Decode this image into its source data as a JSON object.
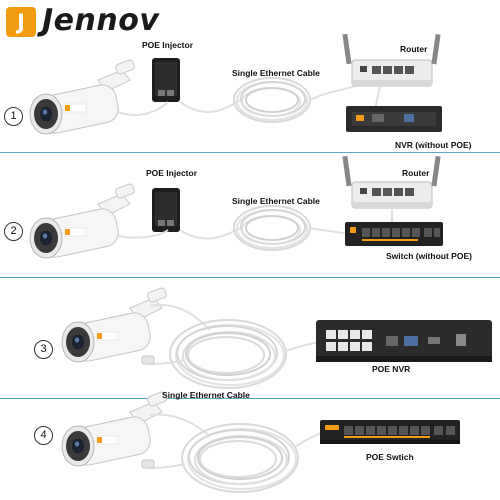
{
  "brand": {
    "logo_letter": "J",
    "name": "Jennov"
  },
  "scenarios": [
    {
      "number": "1",
      "labels": {
        "injector": "POE Injector",
        "cable": "Single Ethernet Cable",
        "router": "Router",
        "device": "NVR (without POE)"
      }
    },
    {
      "number": "2",
      "labels": {
        "injector": "POE Injector",
        "cable": "Single Ethernet Cable",
        "router": "Router",
        "device": "Switch (without POE)"
      }
    },
    {
      "number": "3",
      "labels": {
        "device": "POE NVR",
        "cable": "Single Ethernet Cable"
      }
    },
    {
      "number": "4",
      "labels": {
        "device": "POE Swtich"
      }
    }
  ],
  "colors": {
    "divider": "#5aa9c4",
    "accent": "#f39c12",
    "camera_body": "#f4f4f4",
    "device_dark": "#2b2b2b"
  }
}
